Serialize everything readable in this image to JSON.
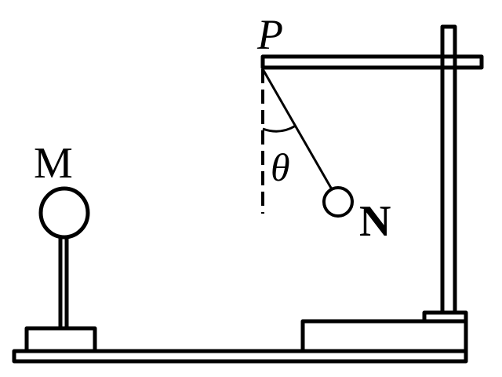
{
  "labels": {
    "pivot": "P",
    "fixed_ball": "M",
    "hanging_ball": "N",
    "angle": "θ"
  },
  "colors": {
    "stroke": "#000000",
    "background": "#ffffff"
  }
}
